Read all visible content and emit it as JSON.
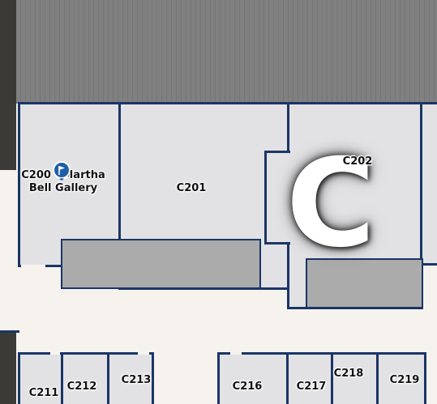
{
  "building_letter": "C",
  "colors": {
    "wall": "#1b3566",
    "room_fill": "#e2e2e4",
    "block_fill": "#ababab",
    "roof": "#808080",
    "ground": "#f6f3ef",
    "pin": "#1f5fa8"
  },
  "rooms": {
    "c200": {
      "line1": "C200 - Martha",
      "line2": "Bell Gallery"
    },
    "c201": "C201",
    "c202": "C202",
    "c211": "C211",
    "c212": "C212",
    "c213": "C213",
    "c216": "C216",
    "c217": "C217",
    "c218": "C218",
    "c219": "C219"
  },
  "marker": {
    "icon": "flag-pin-icon"
  }
}
